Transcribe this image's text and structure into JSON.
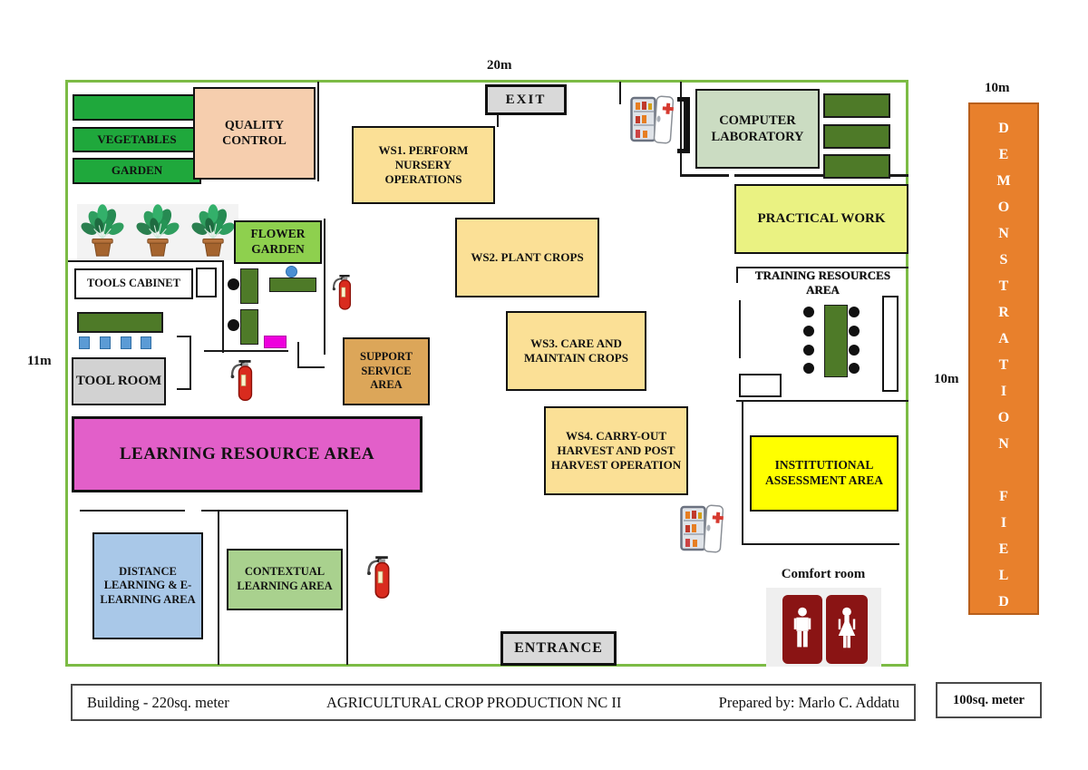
{
  "dimensions": {
    "top_width": "20m",
    "left_height": "11m",
    "field_width": "10m",
    "field_height": "10m"
  },
  "areas": {
    "vegetables": "VEGETABLES",
    "garden": "GARDEN",
    "quality_control": "QUALITY CONTROL",
    "ws1": "WS1. PERFORM NURSERY OPERATIONS",
    "exit": "EXIT",
    "computer_laboratory": "COMPUTER LABORATORY",
    "practical_work": "PRACTICAL WORK",
    "flower_garden": "FLOWER GARDEN",
    "ws2": "WS2. PLANT CROPS",
    "training_resources_area": "TRAINING RESOURCES AREA",
    "tools_cabinet": "TOOLS CABINET",
    "ws3": "WS3. CARE AND MAINTAIN CROPS",
    "support_service_area": "SUPPORT SERVICE AREA",
    "tool_room": "TOOL ROOM",
    "learning_resource_area": "LEARNING RESOURCE AREA",
    "ws4": "WS4. CARRY-OUT HARVEST AND POST HARVEST OPERATION",
    "institutional_assessment_area": "INSTITUTIONAL ASSESSMENT AREA",
    "distance_learning": "DISTANCE LEARNING & E-LEARNING AREA",
    "contextual_learning": "CONTEXTUAL LEARNING AREA",
    "entrance": "ENTRANCE",
    "comfort_room": "Comfort room",
    "demonstration_field": "DEMONSTRATION FIELD"
  },
  "footer": {
    "building": "Building - 220sq. meter",
    "title": "AGRICULTURAL CROP PRODUCTION NC II",
    "prepared_by": "Prepared by: Marlo C. Addatu",
    "field_area": "100sq. meter"
  },
  "icons": {
    "first_aid": "first-aid-cabinet",
    "fire_extinguisher": "fire-extinguisher",
    "potted_plant": "potted-plant",
    "male_restroom": "male-restroom",
    "female_restroom": "female-restroom",
    "door_jamb": "door-jamb-bracket"
  },
  "colors": {
    "floor_border": "#7CBB45",
    "workstation": "#FBE096",
    "quality_control": "#F6CEAE",
    "computer_lab": "#CBDCC2",
    "practical_work": "#EAF282",
    "flower_garden": "#8ED04E",
    "garden_green": "#1FA83C",
    "dark_green": "#4E7A28",
    "support_service": "#DCA659",
    "learning_resource": "#E25FC9",
    "institutional_assessment": "#FFFF00",
    "distance_learning": "#A9C8E8",
    "contextual_learning": "#A9D18E",
    "demonstration_field": "#E8802C",
    "gray_room": "#D6D6D6",
    "magenta_item": "#EE00DD",
    "blue_item": "#5B9BD5",
    "restroom": "#8A1414"
  }
}
